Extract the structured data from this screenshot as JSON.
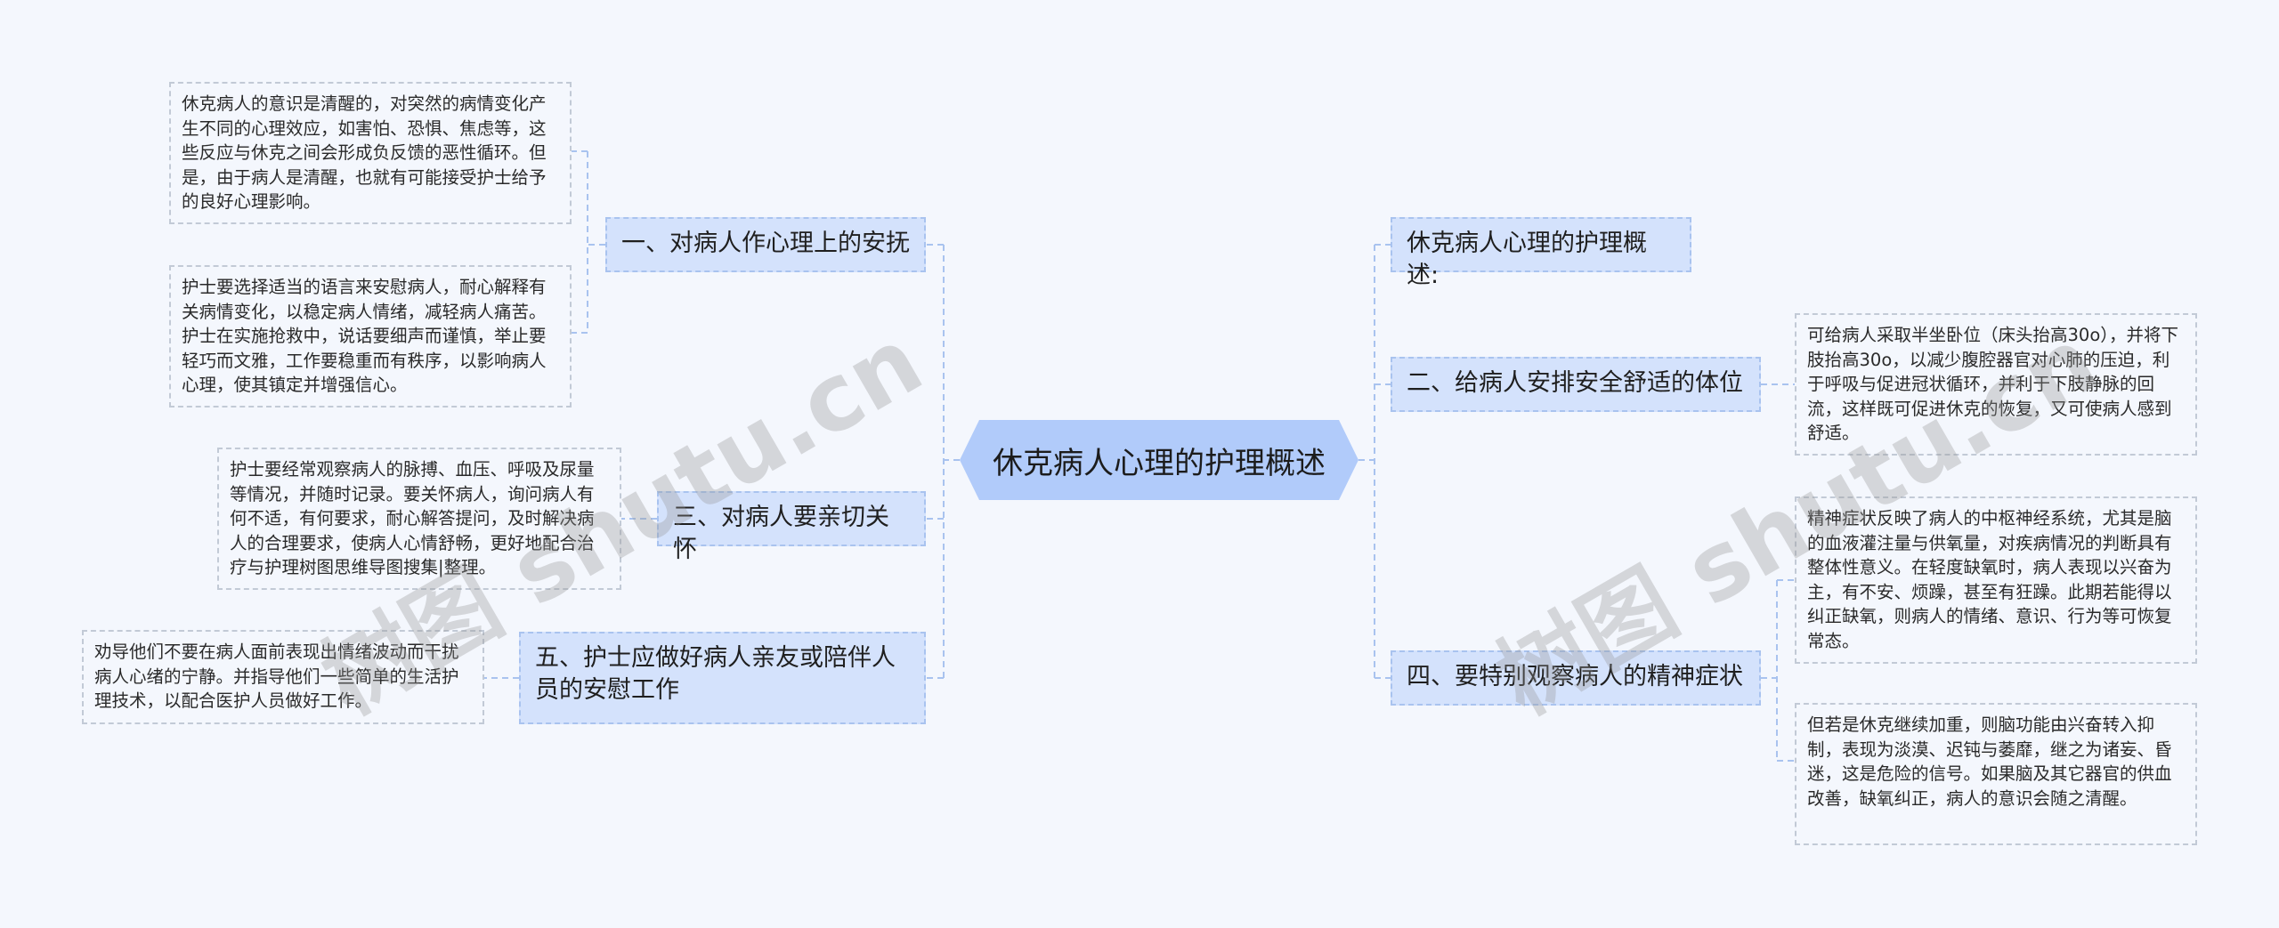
{
  "root": {
    "label": "休克病人心理的护理概述"
  },
  "branches": {
    "b1": {
      "label": "一、对病人作心理上的安抚"
    },
    "b3": {
      "label": "三、对病人要亲切关怀"
    },
    "b5": {
      "label": "五、护士应做好病人亲友或陪伴人员的安慰工作"
    },
    "b0": {
      "label": "休克病人心理的护理概述:"
    },
    "b2": {
      "label": "二、给病人安排安全舒适的体位"
    },
    "b4": {
      "label": "四、要特别观察病人的精神症状"
    }
  },
  "leaves": {
    "b1_1": "休克病人的意识是清醒的，对突然的病情变化产生不同的心理效应，如害怕、恐惧、焦虑等，这些反应与休克之间会形成负反馈的恶性循环。但是，由于病人是清醒，也就有可能接受护士给予的良好心理影响。",
    "b1_2": "护士要选择适当的语言来安慰病人，耐心解释有关病情变化，以稳定病人情绪，减轻病人痛苦。护士在实施抢救中，说话要细声而谨慎，举止要轻巧而文雅，工作要稳重而有秩序，以影响病人心理，使其镇定并增强信心。",
    "b3_1": "护士要经常观察病人的脉搏、血压、呼吸及尿量等情况，并随时记录。要关怀病人，询问病人有何不适，有何要求，耐心解答提问，及时解决病人的合理要求，使病人心情舒畅，更好地配合治疗与护理树图思维导图搜集|整理。",
    "b5_1": "劝导他们不要在病人面前表现出情绪波动而干扰病人心绪的宁静。并指导他们一些简单的生活护理技术，以配合医护人员做好工作。",
    "b2_1": "可给病人采取半坐卧位（床头抬高30o），并将下肢抬高30o，以减少腹腔器官对心肺的压迫，利于呼吸与促进冠状循环，并利于下肢静脉的回流，这样既可促进休克的恢复，又可使病人感到舒适。",
    "b4_1": "精神症状反映了病人的中枢神经系统，尤其是脑的血液灌注量与供氧量，对疾病情况的判断具有整体性意义。在轻度缺氧时，病人表现以兴奋为主，有不安、烦躁，甚至有狂躁。此期若能得以纠正缺氧，则病人的情绪、意识、行为等可恢复常态。",
    "b4_2": "但若是休克继续加重，则脑功能由兴奋转入抑制，表现为淡漠、迟钝与萎靡，继之为诸妄、昏迷，这是危险的信号。如果脑及其它器官的供血改善，缺氧纠正，病人的意识会随之清醒。"
  },
  "watermarks": [
    "树图 shutu.cn",
    "树图 shutu.cn"
  ],
  "colors": {
    "background": "#f4f7fd",
    "root_fill": "#b1cbfa",
    "branch_fill": "#d4e2fc",
    "branch_border": "#a9c3ef",
    "leaf_border": "#c2cad6",
    "connector": "#a9c3ef"
  }
}
